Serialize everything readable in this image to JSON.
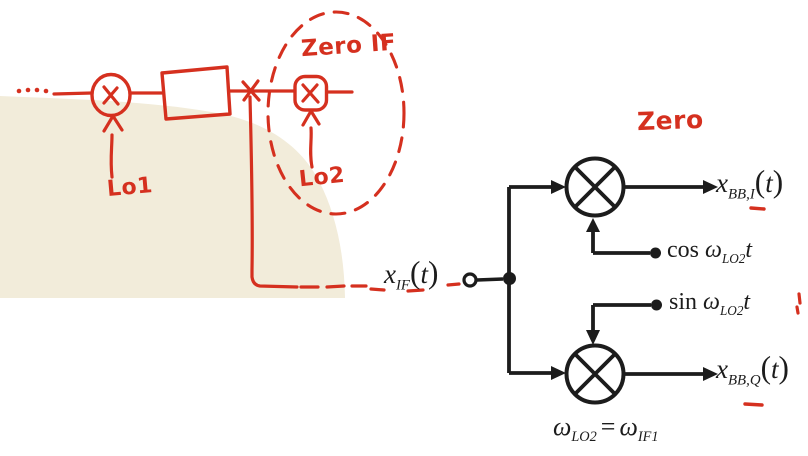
{
  "colors": {
    "red": "#d5301f",
    "ink": "#1c1c1c",
    "beige": "#f2ecda",
    "paper": "#ffffff"
  },
  "sketch": {
    "zero_if": "Zero IF",
    "lo1": "Lo1",
    "lo2": "Lo2"
  },
  "diagram": {
    "zero_note": "Zero",
    "input_label": {
      "base": "x",
      "sub": "IF",
      "lp": "(",
      "var": "t",
      "rp": ")"
    },
    "output_i": {
      "base": "x",
      "sub": "BB,I",
      "lp": "(",
      "var": "t",
      "rp": ")"
    },
    "output_q": {
      "base": "x",
      "sub": "BB,Q",
      "lp": "(",
      "var": "t",
      "rp": ")"
    },
    "cos_label": {
      "fn": "cos",
      "omega": "ω",
      "sub": "LO2",
      "var": "t"
    },
    "sin_label": {
      "fn": "sin",
      "omega": "ω",
      "sub": "LO2",
      "var": "t"
    },
    "equation": {
      "l": "ω",
      "l_sub": "LO2",
      "eq": "=",
      "r": "ω",
      "r_sub": "IF1"
    }
  }
}
